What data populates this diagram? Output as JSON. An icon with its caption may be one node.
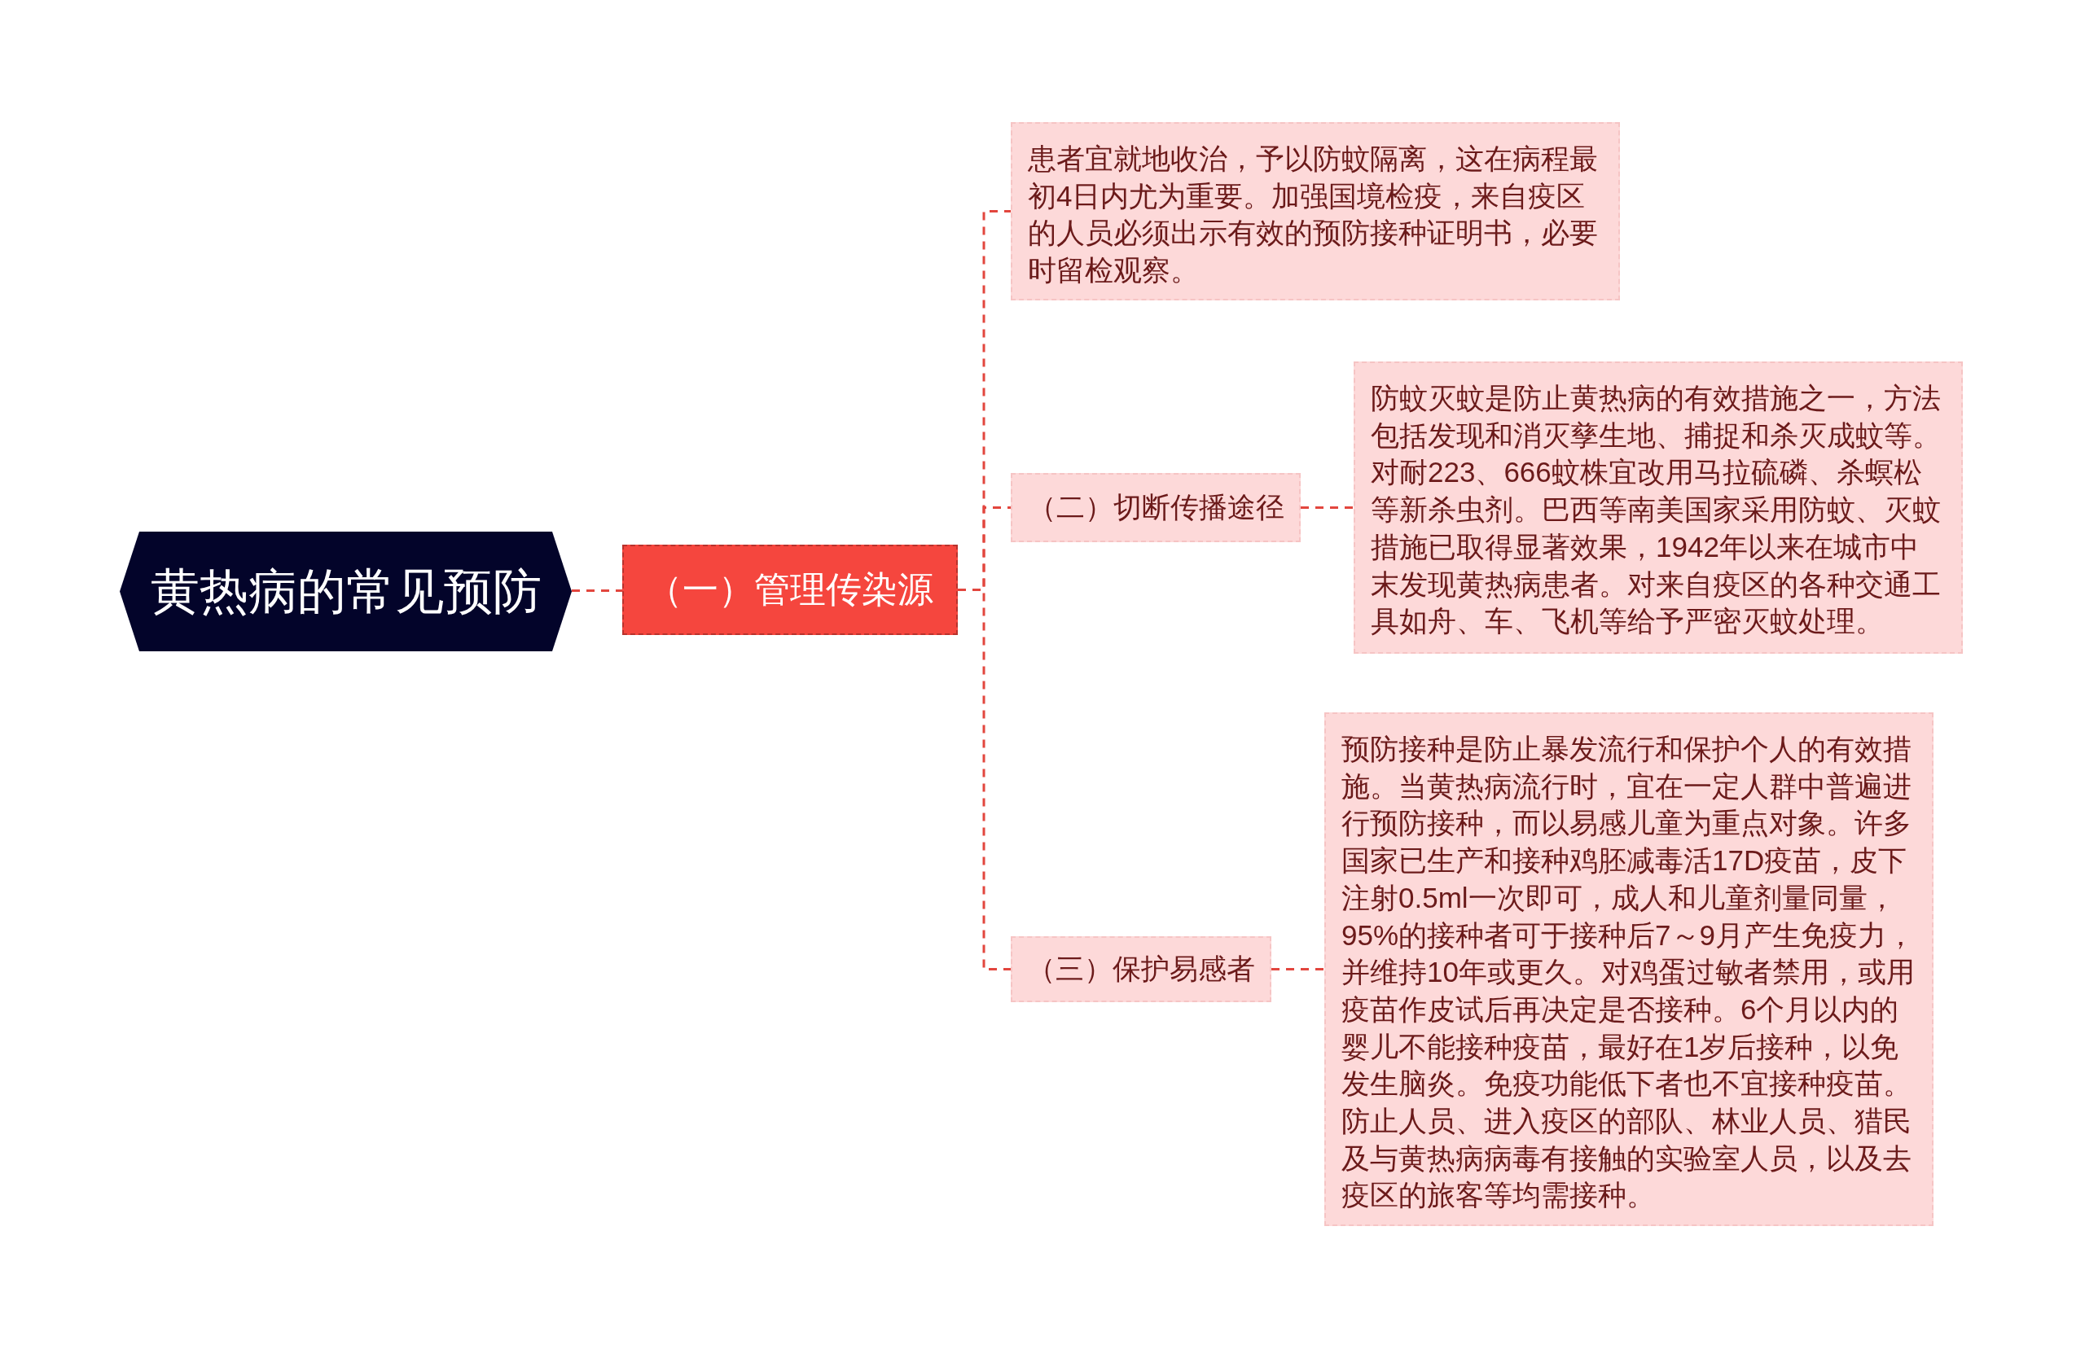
{
  "diagram": {
    "nodes": [
      {
        "text": [
          "黄热病的常见预防"
        ]
      },
      {
        "text": [
          "（一）管理传染源"
        ]
      },
      {
        "text": [
          "患者宜就地收治，予以防蚊隔离，这在病程最初4日内尤为重要。加强国境检疫，来自疫区的人员必须出示有效的预防接种证明书，必要时留检观察。"
        ]
      },
      {
        "text": [
          "（二）切断传播途径"
        ]
      },
      {
        "text": [
          "防蚊灭蚊是防止黄热病的有效措施之一，方法包括发现和消灭孳生地、捕捉和杀灭成蚊等。对耐223、666蚊株宜改用马拉硫磷、杀螟松等新杀虫剂。巴西等南美国家采用防蚊、灭蚊措施已取得显著效果，1942年以来在城市中末发现黄热病患者。对来自疫区的各种交通工具如舟、车、飞机等给予严密灭蚊处理。"
        ]
      },
      {
        "text": [
          "（三）保护易感者"
        ]
      },
      {
        "text": [
          "预防接种是防止暴发流行和保护个人的有效措施。当黄热病流行时，宜在一定人群中普遍进行预防接种，而以易感儿童为重点对象。许多国家已生产和接种鸡胚减毒活17D疫苗，皮下注射0.5ml一次即可，成人和儿童剂量同量，95%的接种者可于接种后7～9月产生免疫力，并维持10年或更久。对鸡蛋过敏者禁用，或用疫苗作皮试后再决定是否接种。6个月以内的婴儿不能接种疫苗，最好在1岁后接种，以免发生脑炎。免疫功能低下者也不宜接种疫苗。防止人员、进入疫区的部队、林业人员、猎民及与黄热病病毒有接触的实验室人员，以及去疫区的旅客等均需接种。"
        ]
      }
    ],
    "edges": [
      {
        "from": 0,
        "to": 1,
        "arrow": "none"
      },
      {
        "from": 1,
        "to": 2,
        "arrow": "none"
      },
      {
        "from": 1,
        "to": 3,
        "arrow": "none"
      },
      {
        "from": 1,
        "to": 5,
        "arrow": "none"
      },
      {
        "from": 3,
        "to": 4,
        "arrow": "none"
      },
      {
        "from": 5,
        "to": 6,
        "arrow": "none"
      }
    ]
  }
}
